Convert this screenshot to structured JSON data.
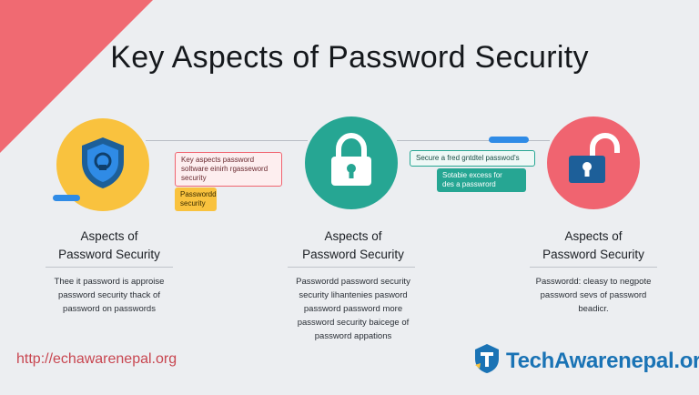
{
  "title": "Key Aspects of Password Security",
  "colors": {
    "corner": "#f06a72",
    "circle1": "#f9c23e",
    "circle2": "#26a693",
    "circle3": "#f06470",
    "blue_accent": "#2f8be6",
    "brand_blue": "#1a73b5"
  },
  "notes": {
    "red": "Key aspects password\nsoltware einirh rgasseword\nsecurity",
    "yellow": "Passwordd\nsecurity",
    "teal_top": "Secure a fred gntdtel passwod's",
    "teal_bottom": "Sotabie excess for\ndes a passwrord"
  },
  "columns": [
    {
      "icon": "shield-icon",
      "heading": "Aspects of\nPassword Security",
      "desc": "Thee it password is approise\npassword security thack of\npassword on passwords"
    },
    {
      "icon": "padlock-locked-icon",
      "heading": "Aspects of\nPassword Security",
      "desc": "Passwordd password security\nsecurity lihantenies pasword\npassword password more\npassword security baicege of\npassword appations"
    },
    {
      "icon": "padlock-open-icon",
      "heading": "Aspects of\nPassword Security",
      "desc": "Passwordd: cleasy to negpote\npassword sevs of password\nbeadicr."
    }
  ],
  "footer": {
    "url": "http://echawarenepal.org",
    "brand": "TechAwarenepal.org"
  }
}
